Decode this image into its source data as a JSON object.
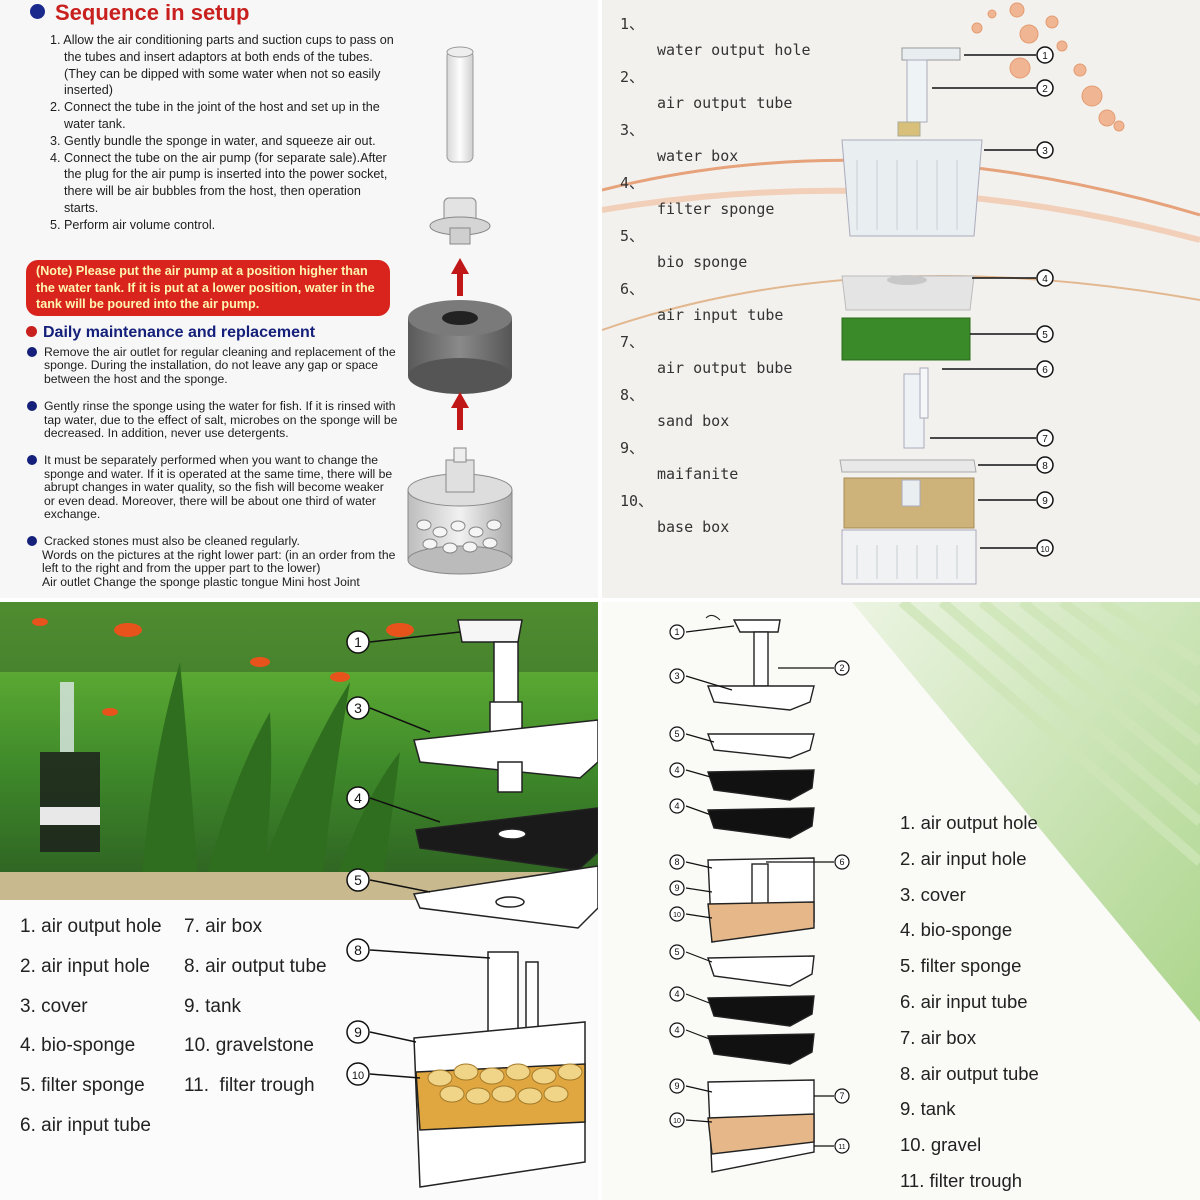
{
  "setup": {
    "title": "Sequence in setup",
    "steps": [
      "1. Allow the air conditioning parts and suction cups to pass on the tubes and insert adaptors at both ends of the tubes. (They can be dipped with some water when not so easily inserted)",
      "2. Connect the tube in the joint of the host and set up in the water tank.",
      "3. Gently bundle the sponge in water, and squeeze air out.",
      "4. Connect the tube on the air pump (for separate sale).After the plug for the air pump is inserted into the power socket, there will be air bubbles from the host, then operation starts.",
      "5. Perform air volume control."
    ],
    "note": "(Note) Please put the air pump at a position higher than the water tank. If it is put at a lower position, water in the tank will be poured into the air pump.",
    "maintenance_title": "Daily maintenance and replacement",
    "maintenance": [
      "Remove the air outlet for regular cleaning and replacement of the sponge. During the installation, do not leave any gap or space between the host and the sponge.",
      "Gently rinse the sponge using the water for fish. If it is rinsed with tap water, due to the effect of salt, microbes on the sponge will be decreased. In addition, never use detergents.",
      "It must be separately performed when you want to change the sponge and water. If it is operated at the same time, there will be abrupt changes in water quality, so the fish will become weaker or even dead. Moreover, there will be about one third of water exchange.",
      "Cracked stones must also be cleaned regularly."
    ],
    "words_note": "Words on the pictures at the right lower part: (in an order from the left to the right and from the upper part to the lower)",
    "words_list": "Air outlet  Change the sponge plastic tongue  Mini  host  Joint"
  },
  "exploded": {
    "items": [
      {
        "num": "1、",
        "label": "water output hole"
      },
      {
        "num": "2、",
        "label": "air output tube"
      },
      {
        "num": "3、",
        "label": "water box"
      },
      {
        "num": "4、",
        "label": "filter sponge"
      },
      {
        "num": "5、",
        "label": "bio sponge"
      },
      {
        "num": "6、",
        "label": "air input tube"
      },
      {
        "num": "7、",
        "label": "air output bube"
      },
      {
        "num": "8、",
        "label": "sand box"
      },
      {
        "num": "9、",
        "label": "maifanite"
      },
      {
        "num": "10、",
        "label": "base box"
      }
    ],
    "callouts": [
      "1",
      "2",
      "3",
      "4",
      "5",
      "6",
      "7",
      "8",
      "9",
      "10"
    ]
  },
  "aquarium": {
    "col1": [
      "1. air output hole",
      "2. air input hole",
      "3. cover",
      "4. bio-sponge",
      "5. filter sponge",
      "6. air input tube"
    ],
    "col2": [
      "7. air box",
      "8. air output tube",
      "9. tank",
      "10. gravelstone",
      "11.  filter trough"
    ],
    "callouts": [
      "1",
      "3",
      "4",
      "5",
      "8",
      "9",
      "10"
    ]
  },
  "diagram": {
    "items": [
      "1. air output hole",
      "2. air input hole",
      "3. cover",
      "4. bio-sponge",
      "5. filter sponge",
      "6. air input tube",
      "7. air box",
      "8. air output tube",
      "9. tank",
      "10. gravel",
      "11. filter trough"
    ],
    "callouts": [
      "1",
      "2",
      "3",
      "5",
      "4",
      "4",
      "8",
      "6",
      "9",
      "10",
      "5",
      "4",
      "4",
      "9",
      "7",
      "10",
      "11"
    ]
  }
}
